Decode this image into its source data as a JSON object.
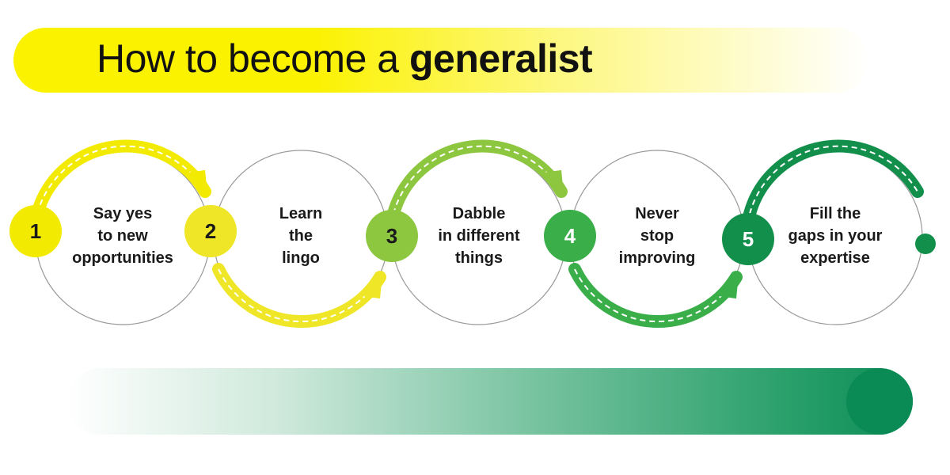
{
  "title": {
    "regular": "How to become a ",
    "bold": "generalist"
  },
  "colors": {
    "step1": "#f2ea00",
    "step2": "#eee626",
    "step3": "#8dc63f",
    "step4": "#3aae49",
    "step5": "#138f4c",
    "arc_ring": "#999999"
  },
  "steps": [
    {
      "number": "1",
      "lines": [
        "Say yes",
        "to new",
        "opportunities"
      ]
    },
    {
      "number": "2",
      "lines": [
        "Learn",
        "the",
        "lingo"
      ]
    },
    {
      "number": "3",
      "lines": [
        "Dabble",
        "in different",
        "things"
      ]
    },
    {
      "number": "4",
      "lines": [
        "Never",
        "stop",
        "improving"
      ]
    },
    {
      "number": "5",
      "lines": [
        "Fill the",
        "gaps in your",
        "expertise"
      ]
    }
  ]
}
